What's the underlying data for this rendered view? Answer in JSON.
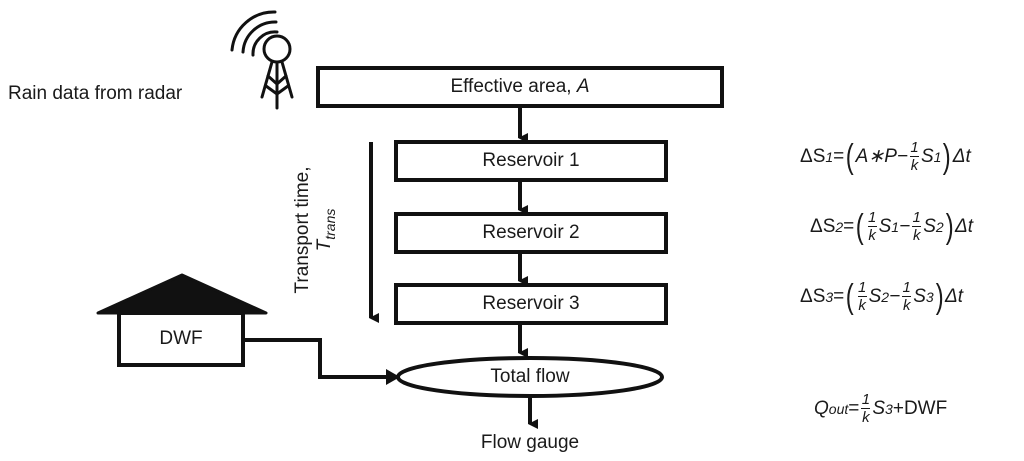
{
  "diagram": {
    "inputs": {
      "radar_label": "Rain data from radar",
      "radar_icon": "radio-tower-icon"
    },
    "boxes": {
      "effective_area": "Effective area, ",
      "effective_area_symbol": "A",
      "reservoir_1": "Reservoir 1",
      "reservoir_2": "Reservoir 2",
      "reservoir_3": "Reservoir 3",
      "total_flow": "Total flow",
      "dwf": "DWF"
    },
    "output_label": "Flow gauge",
    "transport_time": {
      "label": "Transport time,",
      "symbol": "T",
      "subscript": "trans"
    },
    "equations": {
      "eq1": {
        "lhs": "ΔS",
        "lhs_sub": "1",
        "eq": "=",
        "term1": "A∗P−",
        "frac_num": "1",
        "frac_den": "k",
        "s": "S",
        "s_sub": "1",
        "dt": "Δt"
      },
      "eq2": {
        "lhs": "ΔS",
        "lhs_sub": "2",
        "eq": "=",
        "frac_num": "1",
        "frac_den": "k",
        "s_a": "S",
        "s_a_sub": "1",
        "minus": "−",
        "s_b": "S",
        "s_b_sub": "2",
        "dt": "Δt"
      },
      "eq3": {
        "lhs": "ΔS",
        "lhs_sub": "3",
        "eq": "=",
        "frac_num": "1",
        "frac_den": "k",
        "s_a": "S",
        "s_a_sub": "2",
        "minus": "−",
        "s_b": "S",
        "s_b_sub": "3",
        "dt": "Δt"
      },
      "eq4": {
        "lhs": "Q",
        "lhs_sub": "out",
        "eq": "=",
        "frac_num": "1",
        "frac_den": "k",
        "s": "S",
        "s_sub": "3",
        "tail": "+DWF"
      }
    },
    "parens": {
      "open": "(",
      "close": ")"
    }
  }
}
